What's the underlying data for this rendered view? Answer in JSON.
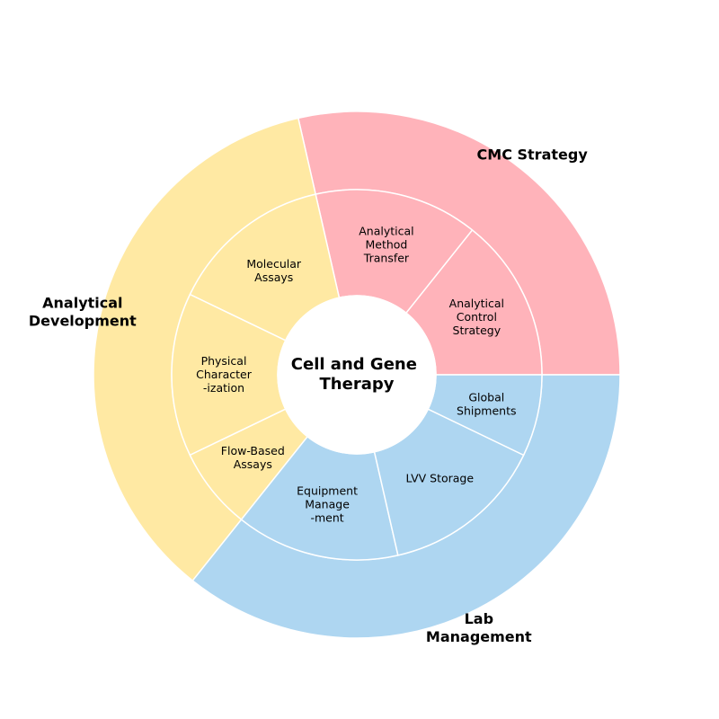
{
  "chart_data": {
    "type": "sunburst",
    "center_label": [
      "Cell and Gene",
      "Therapy"
    ],
    "categories": [
      {
        "name": "CMC Strategy",
        "label_lines": [
          "CMC Strategy"
        ],
        "color": "#FFB3BA",
        "children": [
          {
            "name": "Analytical Control Strategy",
            "label_lines": [
              "Analytical",
              "Control",
              "Strategy"
            ],
            "value": 1
          },
          {
            "name": "Analytical Method Transfer",
            "label_lines": [
              "Analytical",
              "Method",
              "Transfer"
            ],
            "value": 1
          }
        ]
      },
      {
        "name": "Analytical Development",
        "label_lines": [
          "Analytical",
          "Development"
        ],
        "color": "#FFE9A3",
        "children": [
          {
            "name": "Molecular Assays",
            "label_lines": [
              "Molecular",
              "Assays"
            ],
            "value": 1
          },
          {
            "name": "Physical Characterization",
            "label_lines": [
              "Physical",
              "Character",
              "-ization"
            ],
            "value": 1
          },
          {
            "name": "Flow-Based Assays",
            "label_lines": [
              "Flow-Based",
              "Assays"
            ],
            "value": 0.5
          }
        ]
      },
      {
        "name": "Lab Management",
        "label_lines": [
          "Lab",
          "Management"
        ],
        "color": "#AED6F1",
        "children": [
          {
            "name": "Equipment Management",
            "label_lines": [
              "Equipment",
              "Manage",
              "-ment"
            ],
            "value": 1
          },
          {
            "name": "LVV Storage",
            "label_lines": [
              "LVV Storage"
            ],
            "value": 1
          },
          {
            "name": "Global Shipments",
            "label_lines": [
              "Global",
              "Shipments"
            ],
            "value": 0.5
          }
        ]
      }
    ]
  }
}
